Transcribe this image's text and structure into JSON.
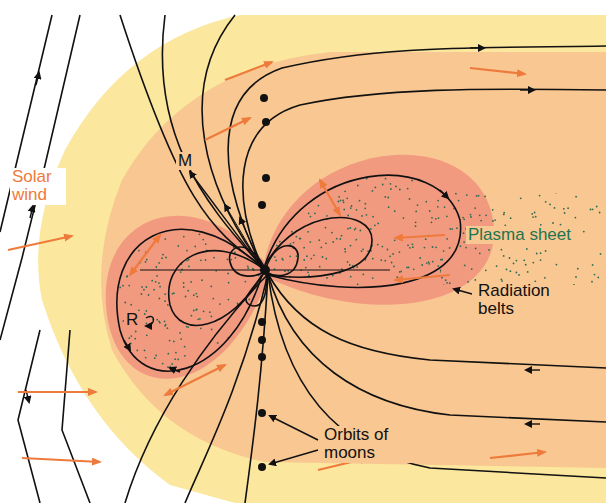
{
  "diagram": {
    "labels": [
      "Solar wind",
      "M",
      "R",
      "Plasma sheet",
      "Radiation belts",
      "Orbits of moons"
    ]
  }
}
